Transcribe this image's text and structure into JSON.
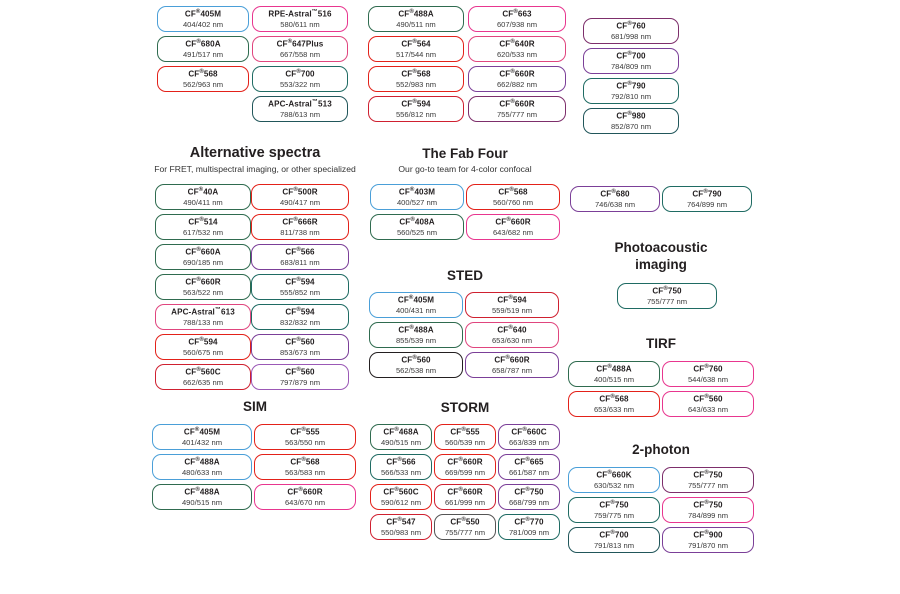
{
  "page": {
    "background": "#ffffff",
    "units": "nm"
  },
  "palette": {
    "blue": "#4a9fd8",
    "green": "#2f6b4f",
    "red": "#e32119",
    "pink": "#e8368f",
    "magenta": "#d6338c",
    "purple": "#7b3f98",
    "violet": "#9b59b6",
    "teal": "#1f6b63",
    "darkteal": "#21565a",
    "crimson": "#cf2030",
    "rose": "#e0457e",
    "plum": "#7d2e6b",
    "text": "#231f20"
  },
  "top_columns": [
    {
      "name": "top-col-1",
      "chips": [
        {
          "name": "CF",
          "reg": true,
          "code": "405M",
          "spectra": "404/402 nm",
          "color": "#4a9fd8"
        },
        {
          "name": "CF",
          "reg": true,
          "code": "680A",
          "spectra": "491/517 nm",
          "color": "#2f6b4f"
        },
        {
          "name": "CF",
          "reg": true,
          "code": "568",
          "spectra": "562/963 nm",
          "color": "#e32119"
        }
      ]
    },
    {
      "name": "top-col-2",
      "chips": [
        {
          "name": "RPE-Astral",
          "tm": true,
          "code": "516",
          "spectra": "580/611 nm",
          "color": "#e8368f"
        },
        {
          "name": "CF",
          "reg": true,
          "code": "647Plus",
          "spectra": "667/558 nm",
          "color": "#e0457e"
        },
        {
          "name": "CF",
          "reg": true,
          "code": "700",
          "spectra": "553/322 nm",
          "color": "#1f6b63"
        },
        {
          "name": "APC-Astral",
          "tm": true,
          "code": "513",
          "spectra": "788/613 nm",
          "color": "#21565a"
        }
      ]
    },
    {
      "name": "top-col-3",
      "chips": [
        {
          "name": "CF",
          "reg": true,
          "code": "488A",
          "spectra": "490/511 nm",
          "color": "#2f6b4f"
        },
        {
          "name": "CF",
          "reg": true,
          "code": "564",
          "spectra": "517/544 nm",
          "color": "#e32119"
        },
        {
          "name": "CF",
          "reg": true,
          "code": "568",
          "spectra": "552/983 nm",
          "color": "#e32119"
        },
        {
          "name": "CF",
          "reg": true,
          "code": "594",
          "spectra": "556/812 nm",
          "color": "#cf2030"
        }
      ]
    },
    {
      "name": "top-col-4",
      "chips": [
        {
          "name": "CF",
          "reg": true,
          "code": "663",
          "spectra": "607/938 nm",
          "color": "#e8368f"
        },
        {
          "name": "CF",
          "reg": true,
          "code": "640R",
          "spectra": "620/533 nm",
          "color": "#e0457e"
        },
        {
          "name": "CF",
          "reg": true,
          "code": "660R",
          "spectra": "662/882 nm",
          "color": "#7b3f98"
        },
        {
          "name": "CF",
          "reg": true,
          "code": "660R",
          "spectra": "755/777 nm",
          "color": "#7d2e6b"
        }
      ]
    },
    {
      "name": "top-col-5",
      "chips": [
        {
          "name": "CF",
          "reg": true,
          "code": "760",
          "spectra": "681/998 nm",
          "color": "#7d2e6b"
        },
        {
          "name": "CF",
          "reg": true,
          "code": "700",
          "spectra": "784/809 nm",
          "color": "#7b3f98"
        },
        {
          "name": "CF",
          "reg": true,
          "code": "790",
          "spectra": "792/810 nm",
          "color": "#1f6b63"
        },
        {
          "name": "CF",
          "reg": true,
          "code": "980",
          "spectra": "852/870 nm",
          "color": "#21565a"
        }
      ]
    }
  ],
  "sections": {
    "alternative": {
      "title": "Alternative spectra",
      "subtitle": "For FRET, multispectral imaging, or other specialized",
      "col_left": [
        {
          "name": "CF",
          "reg": true,
          "code": "40A",
          "spectra": "490/411 nm",
          "color": "#2f6b4f"
        },
        {
          "name": "CF",
          "reg": true,
          "code": "514",
          "spectra": "617/532 nm",
          "color": "#2f6b4f"
        },
        {
          "name": "CF",
          "reg": true,
          "code": "660A",
          "spectra": "690/185 nm",
          "color": "#2f6b4f"
        },
        {
          "name": "CF",
          "reg": true,
          "code": "660R",
          "spectra": "563/522 nm",
          "color": "#2f6b4f"
        },
        {
          "name": "APC-Astral",
          "tm": true,
          "code": "613",
          "spectra": "788/133 nm",
          "color": "#e0457e"
        },
        {
          "name": "CF",
          "reg": true,
          "code": "594",
          "spectra": "560/675 nm",
          "color": "#e32119"
        },
        {
          "name": "CF",
          "reg": true,
          "code": "560C",
          "spectra": "662/635 nm",
          "color": "#cf2030"
        }
      ],
      "col_right": [
        {
          "name": "CF",
          "reg": true,
          "code": "500R",
          "spectra": "490/417 nm",
          "color": "#e32119"
        },
        {
          "name": "CF",
          "reg": true,
          "code": "666R",
          "spectra": "811/738 nm",
          "color": "#e32119"
        },
        {
          "name": "CF",
          "reg": true,
          "code": "566",
          "spectra": "683/811 nm",
          "color": "#7b3f98"
        },
        {
          "name": "CF",
          "reg": true,
          "code": "594",
          "spectra": "555/852 nm",
          "color": "#1f6b63"
        },
        {
          "name": "CF",
          "reg": true,
          "code": "594",
          "spectra": "832/832 nm",
          "color": "#1f6b63"
        },
        {
          "name": "CF",
          "reg": true,
          "code": "560",
          "spectra": "853/673 nm",
          "color": "#7b3f98"
        },
        {
          "name": "CF",
          "reg": true,
          "code": "560",
          "spectra": "797/879 nm",
          "color": "#9b59b6"
        }
      ]
    },
    "fab_four": {
      "title": "The Fab Four",
      "subtitle": "Our go-to team for 4-color confocal",
      "chips": [
        {
          "name": "CF",
          "reg": true,
          "code": "403M",
          "spectra": "400/527 nm",
          "color": "#4a9fd8"
        },
        {
          "name": "CF",
          "reg": true,
          "code": "568",
          "spectra": "560/760 nm",
          "color": "#e32119"
        },
        {
          "name": "CF",
          "reg": true,
          "code": "408A",
          "spectra": "560/525 nm",
          "color": "#2f6b4f"
        },
        {
          "name": "CF",
          "reg": true,
          "code": "660R",
          "spectra": "643/682 nm",
          "color": "#e8368f"
        }
      ]
    },
    "sted": {
      "title": "STED",
      "chips": [
        {
          "name": "CF",
          "reg": true,
          "code": "405M",
          "spectra": "400/431 nm",
          "color": "#4a9fd8"
        },
        {
          "name": "CF",
          "reg": true,
          "code": "594",
          "spectra": "559/519 nm",
          "color": "#cf2030"
        },
        {
          "name": "CF",
          "reg": true,
          "code": "488A",
          "spectra": "855/539 nm",
          "color": "#2f6b4f"
        },
        {
          "name": "CF",
          "reg": true,
          "code": "640",
          "spectra": "653/630 nm",
          "color": "#e0457e"
        },
        {
          "name": "CF",
          "reg": true,
          "code": "560",
          "spectra": "562/538 nm",
          "color": "#231f20"
        },
        {
          "name": "CF",
          "reg": true,
          "code": "660R",
          "spectra": "658/787 nm",
          "color": "#7b3f98"
        }
      ]
    },
    "sim": {
      "title": "SIM",
      "chips": [
        {
          "name": "CF",
          "reg": true,
          "code": "405M",
          "spectra": "401/432 nm",
          "color": "#4a9fd8"
        },
        {
          "name": "CF",
          "reg": true,
          "code": "555",
          "spectra": "563/550 nm",
          "color": "#e32119"
        },
        {
          "name": "CF",
          "reg": true,
          "code": "488A",
          "spectra": "480/633 nm",
          "color": "#4a9fd8"
        },
        {
          "name": "CF",
          "reg": true,
          "code": "568",
          "spectra": "563/583 nm",
          "color": "#e32119"
        },
        {
          "name": "CF",
          "reg": true,
          "code": "488A",
          "spectra": "490/515 nm",
          "color": "#2f6b4f"
        },
        {
          "name": "CF",
          "reg": true,
          "code": "660R",
          "spectra": "643/670 nm",
          "color": "#e8368f"
        }
      ]
    },
    "storm": {
      "title": "STORM",
      "chips": [
        {
          "name": "CF",
          "reg": true,
          "code": "468A",
          "spectra": "490/515 nm",
          "color": "#2f6b4f"
        },
        {
          "name": "CF",
          "reg": true,
          "code": "555",
          "spectra": "560/539 nm",
          "color": "#e32119"
        },
        {
          "name": "CF",
          "reg": true,
          "code": "660C",
          "spectra": "663/839 nm",
          "color": "#7b3f98"
        },
        {
          "name": "CF",
          "reg": true,
          "code": "566",
          "spectra": "566/533 nm",
          "color": "#1f6b63"
        },
        {
          "name": "CF",
          "reg": true,
          "code": "660R",
          "spectra": "669/599 nm",
          "color": "#e32119"
        },
        {
          "name": "CF",
          "reg": true,
          "code": "665",
          "spectra": "661/587 nm",
          "color": "#7b3f98"
        },
        {
          "name": "CF",
          "reg": true,
          "code": "560C",
          "spectra": "590/612 nm",
          "color": "#e32119"
        },
        {
          "name": "CF",
          "reg": true,
          "code": "660R",
          "spectra": "661/999 nm",
          "color": "#cf2030"
        },
        {
          "name": "CF",
          "reg": true,
          "code": "750",
          "spectra": "668/799 nm",
          "color": "#7b3f98"
        },
        {
          "name": "CF",
          "reg": true,
          "code": "547",
          "spectra": "550/983 nm",
          "color": "#cf2030"
        },
        {
          "name": "CF",
          "reg": true,
          "code": "550",
          "spectra": "755/777 nm",
          "color": "#555555"
        },
        {
          "name": "CF",
          "reg": true,
          "code": "770",
          "spectra": "781/009 nm",
          "color": "#1f6b63"
        }
      ]
    },
    "misc_pair": [
      {
        "name": "CF",
        "reg": true,
        "code": "680",
        "spectra": "746/638 nm",
        "color": "#7b3f98"
      },
      {
        "name": "CF",
        "reg": true,
        "code": "790",
        "spectra": "764/899 nm",
        "color": "#1f6b63"
      }
    ],
    "photoacoustic": {
      "title_line1": "Photoacoustic",
      "title_line2": "imaging",
      "chips": [
        {
          "name": "CF",
          "reg": true,
          "code": "750",
          "spectra": "755/777 nm",
          "color": "#1f6b63"
        }
      ]
    },
    "tirf": {
      "title": "TIRF",
      "chips": [
        {
          "name": "CF",
          "reg": true,
          "code": "488A",
          "spectra": "400/515 nm",
          "color": "#2f6b4f"
        },
        {
          "name": "CF",
          "reg": true,
          "code": "760",
          "spectra": "544/638 nm",
          "color": "#e8368f"
        },
        {
          "name": "CF",
          "reg": true,
          "code": "568",
          "spectra": "653/633 nm",
          "color": "#e32119"
        },
        {
          "name": "CF",
          "reg": true,
          "code": "560",
          "spectra": "643/633 nm",
          "color": "#e8368f"
        }
      ]
    },
    "two_photon": {
      "title": "2-photon",
      "chips": [
        {
          "name": "CF",
          "reg": true,
          "code": "660K",
          "spectra": "630/532 nm",
          "color": "#4a9fd8"
        },
        {
          "name": "CF",
          "reg": true,
          "code": "750",
          "spectra": "755/777 nm",
          "color": "#7d2e6b"
        },
        {
          "name": "CF",
          "reg": true,
          "code": "750",
          "spectra": "759/775 nm",
          "color": "#1f6b63"
        },
        {
          "name": "CF",
          "reg": true,
          "code": "750",
          "spectra": "784/899 nm",
          "color": "#e8368f"
        },
        {
          "name": "CF",
          "reg": true,
          "code": "700",
          "spectra": "791/813 nm",
          "color": "#21565a"
        },
        {
          "name": "CF",
          "reg": true,
          "code": "900",
          "spectra": "791/870 nm",
          "color": "#7b3f98"
        }
      ]
    }
  }
}
